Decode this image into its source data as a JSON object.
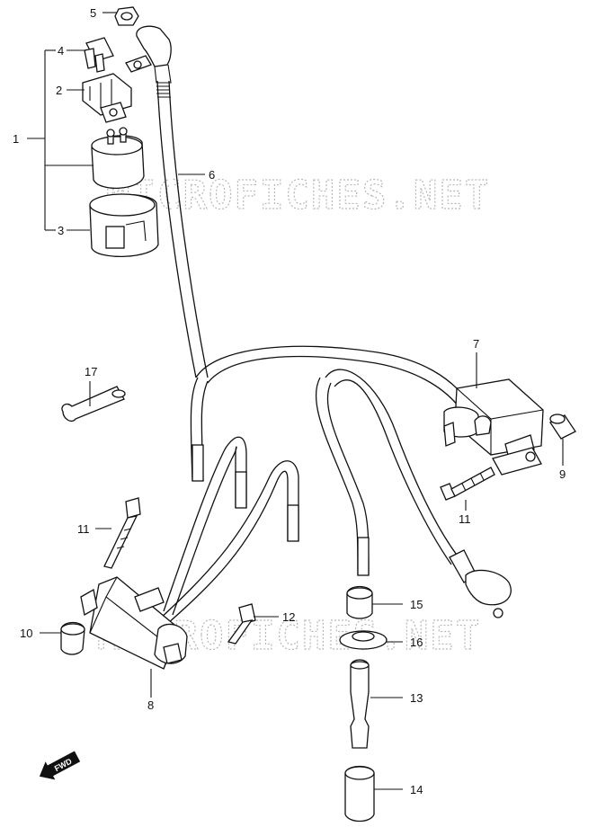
{
  "watermark": "MICROFICHES.NET",
  "fwd_label": "FWD",
  "callouts": [
    {
      "id": "c1",
      "text": "1"
    },
    {
      "id": "c2",
      "text": "2"
    },
    {
      "id": "c3",
      "text": "3"
    },
    {
      "id": "c4",
      "text": "4"
    },
    {
      "id": "c5",
      "text": "5"
    },
    {
      "id": "c6",
      "text": "6"
    },
    {
      "id": "c7",
      "text": "7"
    },
    {
      "id": "c8",
      "text": "8"
    },
    {
      "id": "c9",
      "text": "9"
    },
    {
      "id": "c10",
      "text": "10"
    },
    {
      "id": "c11a",
      "text": "11"
    },
    {
      "id": "c11b",
      "text": "11"
    },
    {
      "id": "c12",
      "text": "12"
    },
    {
      "id": "c13",
      "text": "13"
    },
    {
      "id": "c14",
      "text": "14"
    },
    {
      "id": "c15",
      "text": "15"
    },
    {
      "id": "c16",
      "text": "16"
    },
    {
      "id": "c17",
      "text": "17"
    }
  ]
}
